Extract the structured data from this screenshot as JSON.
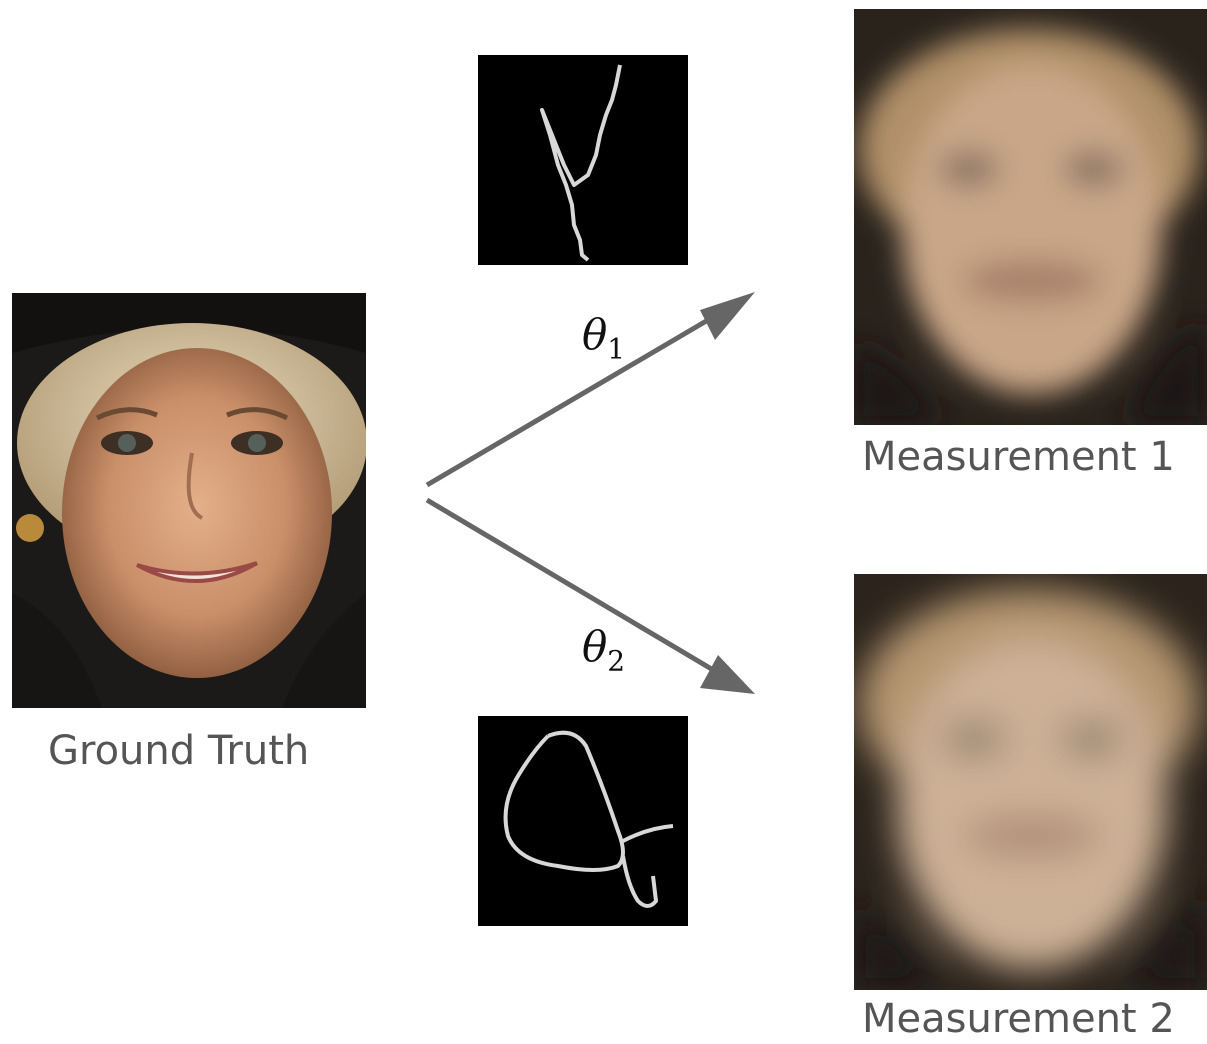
{
  "ground_truth": {
    "caption": "Ground Truth"
  },
  "measurement_1": {
    "caption": "Measurement 1",
    "operator_symbol": "θ",
    "operator_index": "1"
  },
  "measurement_2": {
    "caption": "Measurement 2",
    "operator_symbol": "θ",
    "operator_index": "2"
  },
  "colors": {
    "arrow": "#666666",
    "caption": "#555555",
    "kernel_bg": "#000000",
    "kernel_stroke": "#d8d8d8"
  }
}
